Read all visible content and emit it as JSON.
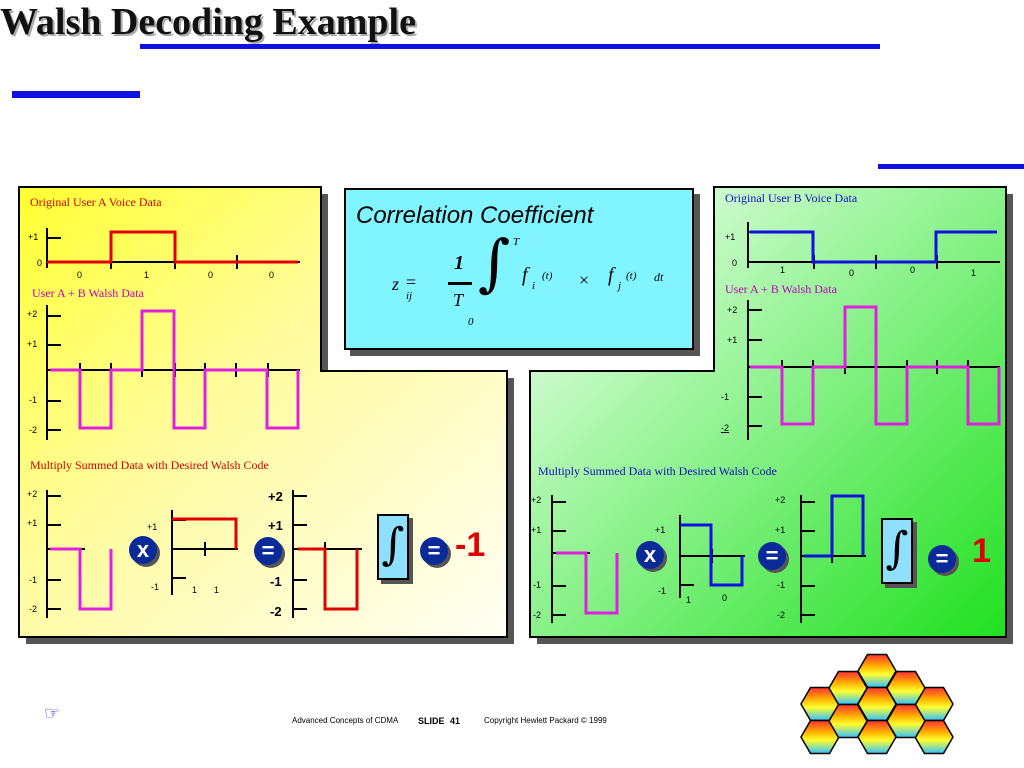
{
  "title": "Walsh Decoding Example",
  "left_panel": {
    "voice_label": "Original User A Voice Data",
    "voice_y": [
      "+1",
      "0"
    ],
    "voice_bits": [
      "0",
      "1",
      "0",
      "0"
    ],
    "sum_label": "User A + B Walsh Data",
    "sum_y": [
      "+2",
      "+1",
      "-1",
      "-2"
    ],
    "mult_label": "Multiply Summed Data with Desired Walsh Code",
    "mult_y": [
      "+2",
      "+1",
      "-1",
      "-2"
    ],
    "code_y": [
      "+1",
      "-1"
    ],
    "code_bits": [
      "1",
      "1"
    ],
    "prod_y": [
      "+2",
      "+1",
      "-1",
      "-2"
    ],
    "result": "-1"
  },
  "right_panel": {
    "voice_label": "Original User B Voice Data",
    "voice_y": [
      "+1",
      "0"
    ],
    "voice_bits": [
      "1",
      "0",
      "0",
      "1"
    ],
    "sum_label": "User A + B Walsh Data",
    "sum_y": [
      "+2",
      "+1",
      "-1",
      "-2"
    ],
    "mult_label": "Multiply Summed Data with Desired Walsh Code",
    "mult_y": [
      "+2",
      "+1",
      "-1",
      "-2"
    ],
    "code_y": [
      "+1",
      "-1"
    ],
    "code_bits": [
      "1",
      "0"
    ],
    "prod_y": [
      "+2",
      "+1",
      "-1",
      "-2"
    ],
    "result": "1"
  },
  "correlation": {
    "title": "Correlation Coefficient",
    "z": "z",
    "eq": "=",
    "ij": "ij",
    "one": "1",
    "T": "T",
    "upper": "T",
    "lower": "0",
    "fi": "f",
    "i": "i",
    "t1": "(t)",
    "times": "×",
    "fj": "f",
    "j": "j",
    "t2": "(t)",
    "dt": "dt"
  },
  "operators": {
    "multiply": "x",
    "equals": "=",
    "integral": "∫"
  },
  "footer": {
    "course": "Advanced Concepts of CDMA",
    "slide_label": "SLIDE",
    "slide_num": "41",
    "copyright": "Copyright Hewlett Packard © 1999"
  },
  "colors": {
    "accent": "#1010e0",
    "red": "#e00000",
    "magenta": "#e020e0",
    "blue": "#1010e0"
  }
}
